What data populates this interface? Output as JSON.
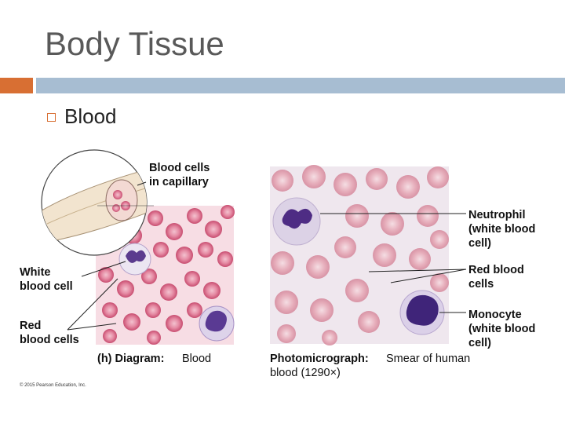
{
  "slide": {
    "title": "Body Tissue",
    "bullet": "Blood"
  },
  "diagram": {
    "label_capillary_1": "Blood cells",
    "label_capillary_2": "in capillary",
    "label_wbc_1": "White",
    "label_wbc_2": "blood cell",
    "label_rbc_1": "Red",
    "label_rbc_2": "blood cells",
    "caption_bold": "(h) Diagram:",
    "caption_text": " Blood",
    "copyright": "© 2015 Pearson Education, Inc."
  },
  "photo": {
    "label_neutrophil_1": "Neutrophil",
    "label_neutrophil_2": "(white blood",
    "label_neutrophil_3": "cell)",
    "label_rbc_1": "Red blood",
    "label_rbc_2": "cells",
    "label_monocyte_1": "Monocyte",
    "label_monocyte_2": "(white blood",
    "label_monocyte_3": "cell)",
    "caption_bold": "Photomicrograph:",
    "caption_text": " Smear of human",
    "caption_line2": "blood (1290×)"
  },
  "colors": {
    "accent_orange": "#d86f33",
    "accent_blue": "#a7bdd2"
  }
}
